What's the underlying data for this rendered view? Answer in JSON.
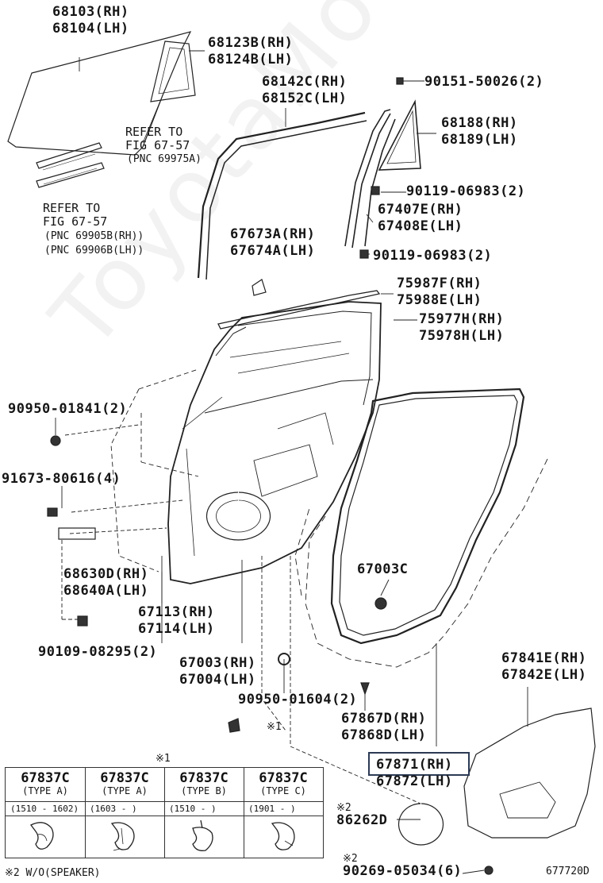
{
  "labels": {
    "p68103": "68103(RH)",
    "p68104": "68104(LH)",
    "p68123": "68123B(RH)",
    "p68124": "68124B(LH)",
    "p68142": "68142C(RH)",
    "p68152": "68152C(LH)",
    "p90151": "90151-50026(2)",
    "p68188": "68188(RH)",
    "p68189": "68189(LH)",
    "p90119a": "90119-06983(2)",
    "p67407": "67407E(RH)",
    "p67408": "67408E(LH)",
    "p90119b": "90119-06983(2)",
    "p67673": "67673A(RH)",
    "p67674": "67674A(LH)",
    "p75987": "75987F(RH)",
    "p75988": "75988E(LH)",
    "p75977": "75977H(RH)",
    "p75978": "75978H(LH)",
    "p90950a": "90950-01841(2)",
    "p91673": "91673-80616(4)",
    "p68630": "68630D(RH)",
    "p68640": "68640A(LH)",
    "p67003c": "67003C",
    "p67113": "67113(RH)",
    "p67114": "67114(LH)",
    "p90109": "90109-08295(2)",
    "p67003": "67003(RH)",
    "p67004": "67004(LH)",
    "p90950b": "90950-01604(2)",
    "p67867": "67867D(RH)",
    "p67868": "67868D(LH)",
    "p67841": "67841E(RH)",
    "p67842": "67842E(LH)",
    "p67871": "67871(RH)",
    "p67872": "67872(LH)",
    "p86262": "86262D",
    "p90269": "90269-05034(6)",
    "note1": "※1",
    "note1b": "※1",
    "note2a": "※2",
    "note2b": "※2",
    "footnote": "※2 W/O(SPEAKER)",
    "figno": "677720D"
  },
  "refs": {
    "refer1": "REFER TO",
    "fig1": "FIG 67-57",
    "pnc1": "(PNC 69975A)",
    "refer2": "REFER TO",
    "fig2": "FIG 67-57",
    "pnc2a": "(PNC 69905B(RH))",
    "pnc2b": "(PNC 69906B(LH))"
  },
  "table": {
    "columns": [
      {
        "part": "67837C",
        "type": "(TYPE A)",
        "dates": "(1510 - 1602)"
      },
      {
        "part": "67837C",
        "type": "(TYPE A)",
        "dates": "(1603 -       )"
      },
      {
        "part": "67837C",
        "type": "(TYPE B)",
        "dates": "(1510 -       )"
      },
      {
        "part": "67837C",
        "type": "(TYPE C)",
        "dates": "(1901 -       )"
      }
    ]
  },
  "watermark": "ToyotaMotor.ru",
  "colors": {
    "line": "#222222",
    "highlight": "#2c3a55"
  }
}
